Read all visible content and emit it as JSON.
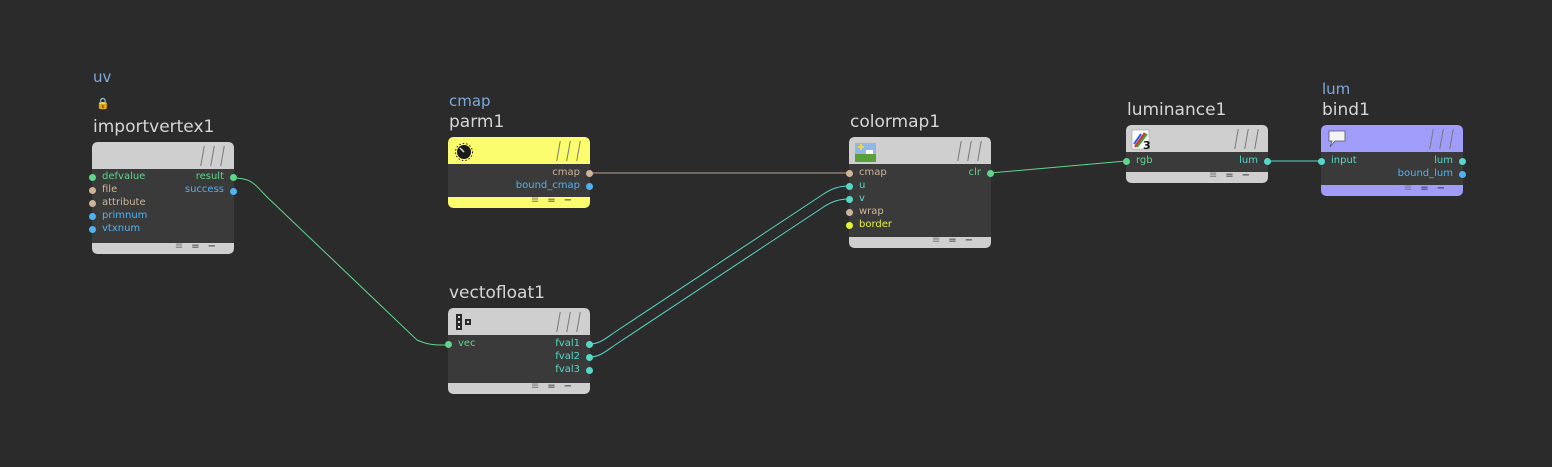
{
  "colors": {
    "green": "#5fd68a",
    "blue": "#4fb3f0",
    "tan": "#cdb59a",
    "teal": "#55d8c8",
    "yellow": "#e6ef3a",
    "headerGray": "#cfcfcf",
    "parmYellow": "#fcfd6e",
    "bindPurple": "#a09cfa"
  },
  "footer_icons": [
    "≡",
    "=",
    "−"
  ],
  "nodes": {
    "importvertex1": {
      "sublabel": "uv",
      "title": "importvertex1",
      "icon": "lock-icon",
      "inputs": [
        "defvalue",
        "file",
        "attribute",
        "primnum",
        "vtxnum"
      ],
      "outputs": [
        "result",
        "success"
      ]
    },
    "parm1": {
      "sublabel": "cmap",
      "title": "parm1",
      "icon": "knob-icon",
      "outputs": [
        "cmap",
        "bound_cmap"
      ]
    },
    "vectofloat1": {
      "title": "vectofloat1",
      "icon": "vector-split-icon",
      "inputs": [
        "vec"
      ],
      "outputs": [
        "fval1",
        "fval2",
        "fval3"
      ]
    },
    "colormap1": {
      "title": "colormap1",
      "icon": "colormap-icon",
      "inputs": [
        "cmap",
        "u",
        "v",
        "wrap",
        "border"
      ],
      "outputs": [
        "clr"
      ]
    },
    "luminance1": {
      "title": "luminance1",
      "icon": "luminance-icon",
      "icon_text": "3",
      "inputs": [
        "rgb"
      ],
      "outputs": [
        "lum"
      ]
    },
    "bind1": {
      "sublabel": "lum",
      "title": "bind1",
      "icon": "speech-bubble-icon",
      "inputs": [
        "input"
      ],
      "outputs": [
        "lum",
        "bound_lum"
      ]
    }
  }
}
